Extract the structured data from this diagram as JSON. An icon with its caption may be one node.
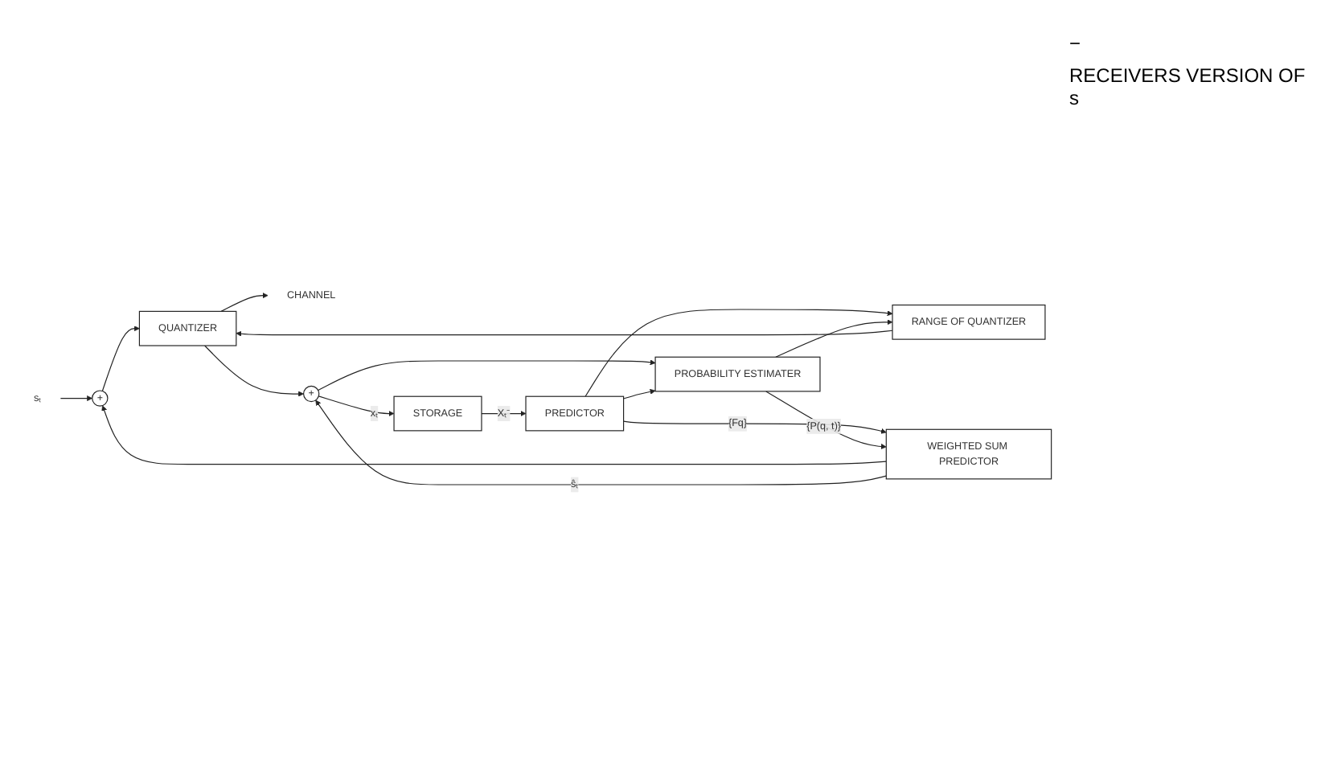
{
  "diagram": {
    "nodes": [
      {
        "text": [
          "sₜ"
        ]
      },
      {
        "text": [
          "+"
        ]
      },
      {
        "text": [
          "QUANTIZER"
        ]
      },
      {
        "text": [
          "CHANNEL"
        ]
      },
      {
        "text": [
          "+"
        ]
      },
      {
        "text": [
          "STORAGE"
        ]
      },
      {
        "text": [
          "PREDICTOR"
        ]
      },
      {
        "text": [
          "WEIGHTED SUM PREDICTOR"
        ]
      },
      {
        "text": [
          "RANGE OF QUANTIZER"
        ]
      },
      {
        "text": [
          "PROBABILITY ESTIMATER"
        ]
      }
    ],
    "edges": [
      {
        "from": 0,
        "to": 1,
        "arrow": "to"
      },
      {
        "from": 1,
        "to": 2,
        "arrow": "to"
      },
      {
        "from": 2,
        "to": 3,
        "arrow": "to"
      },
      {
        "from": 2,
        "to": 4,
        "arrow": "to"
      },
      {
        "from": 7,
        "to": 1,
        "arrow": "to"
      },
      {
        "from": 7,
        "to": 4,
        "label": "ŝₜ",
        "arrow": "to"
      },
      {
        "from": 8,
        "to": 2,
        "arrow": "to"
      },
      {
        "from": 4,
        "to": 5,
        "label": "xₜ",
        "arrow": "to"
      },
      {
        "from": 4,
        "to": 9,
        "arrow": "to"
      },
      {
        "from": 5,
        "to": 6,
        "label": "Xₜ⁻",
        "arrow": "to"
      },
      {
        "from": 6,
        "to": 7,
        "label": "{Fq}",
        "arrow": "to"
      },
      {
        "from": 6,
        "to": 8,
        "arrow": "to"
      },
      {
        "from": 6,
        "to": 9,
        "arrow": "to"
      },
      {
        "from": 9,
        "to": 7,
        "label": "{P(q, t)}",
        "arrow": "to"
      },
      {
        "from": 9,
        "to": 8,
        "arrow": "to"
      }
    ],
    "labels": [
      "−",
      "RECEIVERS VERSION OF s"
    ]
  }
}
